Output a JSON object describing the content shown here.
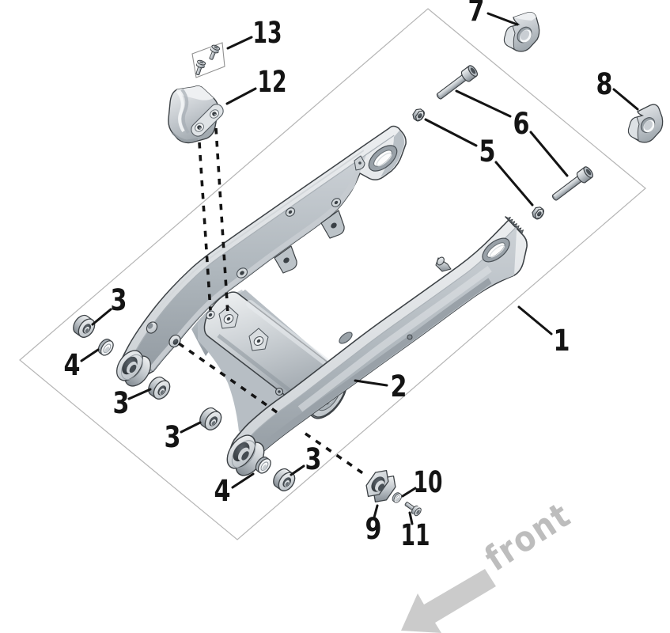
{
  "figure": {
    "kind": "exploded-parts-diagram",
    "subject": "motorcycle rear swingarm",
    "direction_label": "front"
  },
  "labels": {
    "l1": "1",
    "l2": "2",
    "l3": "3",
    "l4": "4",
    "l5": "5",
    "l6": "6",
    "l7": "7",
    "l8": "8",
    "l9": "9",
    "l10": "10",
    "l11": "11",
    "l12": "12",
    "l13": "13"
  },
  "front_label": "front",
  "colors": {
    "background": "#ffffff",
    "callout_text": "#141414",
    "callout_line": "#141414",
    "frame_line": "#b5b5b5",
    "front_text": "#bdbdbd",
    "front_arrow": "#cbcbcb",
    "metal_light": "#eceef0",
    "metal_mid": "#c6cbd0",
    "metal_dark": "#8f979e",
    "outline": "#3d4246"
  }
}
